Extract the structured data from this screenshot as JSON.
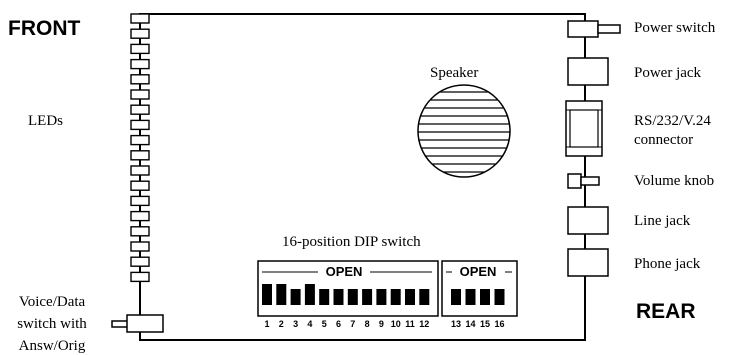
{
  "labels": {
    "front": "FRONT",
    "rear": "REAR",
    "leds": "LEDs",
    "speaker": "Speaker",
    "dip_title": "16-position DIP switch",
    "open_left": "OPEN",
    "open_right": "OPEN",
    "power_switch": "Power switch",
    "power_jack": "Power jack",
    "rs232_line1": "RS/232/V.24",
    "rs232_line2": "connector",
    "volume_knob": "Volume knob",
    "line_jack": "Line jack",
    "phone_jack": "Phone jack",
    "voice_line1": "Voice/Data",
    "voice_line2": "switch with",
    "voice_line3": "Answ/Orig"
  },
  "dip_numbers_left": [
    "1",
    "2",
    "3",
    "4",
    "5",
    "6",
    "7",
    "8",
    "9",
    "10",
    "11",
    "12"
  ],
  "dip_numbers_right": [
    "13",
    "14",
    "15",
    "16"
  ],
  "led_count": 18
}
